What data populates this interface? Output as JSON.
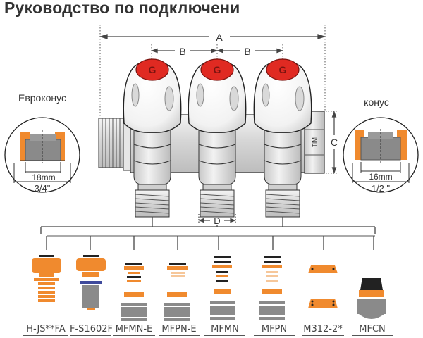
{
  "title": "Руководство по подключени",
  "dimensions": {
    "a": "A",
    "b1": "B",
    "b2": "B",
    "c": "C",
    "d": "D"
  },
  "valve_marking": "TIM",
  "left_detail": {
    "label": "Евроконус",
    "inner": "18mm",
    "outer": "3/4\""
  },
  "right_detail": {
    "label": "конус",
    "inner": "16mm",
    "outer": "1/2 \""
  },
  "fittings": [
    {
      "code": "H-JS**FA"
    },
    {
      "code": "F-S1602F"
    },
    {
      "code": "MFMN-E"
    },
    {
      "code": "MFPN-E"
    },
    {
      "code": "MFMN"
    },
    {
      "code": "MFPN"
    },
    {
      "code": "M312-2*"
    },
    {
      "code": "MFCN"
    }
  ],
  "colors": {
    "knob_cap": "#e02a22",
    "fitting_orange": "#f08a2e",
    "fitting_gray": "#8a8a8a",
    "seal_black": "#222222",
    "blue_ring": "#3f4a9c"
  }
}
